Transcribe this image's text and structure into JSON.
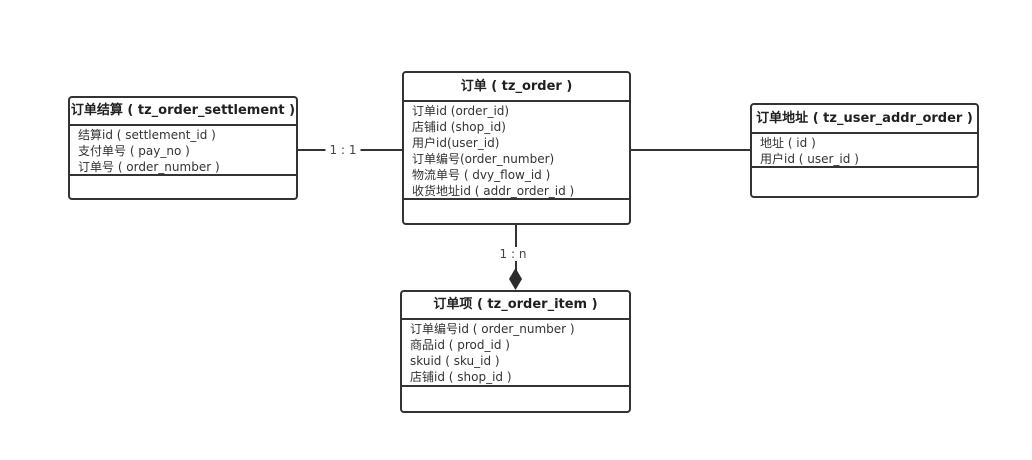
{
  "diagram": {
    "background": "#ffffff",
    "line_color": "#333333",
    "text_color": "#333333",
    "entities": [
      {
        "id": "tz_order",
        "title": "订单 ( tz_order )",
        "fields": [
          "订单id (order_id)",
          "店铺id (shop_id)",
          "用户id(user_id)",
          "订单编号(order_number)",
          "物流单号 ( dvy_flow_id )",
          "收货地址id ( addr_order_id )"
        ]
      },
      {
        "id": "tz_order_settlement",
        "title": "订单结算 ( tz_order_settlement )",
        "fields": [
          "结算id ( settlement_id )",
          "支付单号 ( pay_no )",
          "订单号 ( order_number )"
        ]
      },
      {
        "id": "tz_user_addr_order",
        "title": "订单地址 ( tz_user_addr_order )",
        "fields": [
          "地址 ( id )",
          "用户id ( user_id )"
        ]
      },
      {
        "id": "tz_order_item",
        "title": "订单项 ( tz_order_item )",
        "fields": [
          "订单编号id ( order_number )",
          "商品id ( prod_id )",
          "skuid ( sku_id )",
          "店铺id ( shop_id )"
        ]
      }
    ],
    "relations": [
      {
        "from": "tz_order_settlement",
        "to": "tz_order",
        "label": "1 : 1",
        "arrow": "none"
      },
      {
        "from": "tz_order",
        "to": "tz_user_addr_order",
        "label": "",
        "arrow": "none"
      },
      {
        "from": "tz_order",
        "to": "tz_order_item",
        "label": "1 : n",
        "arrow": "filled-diamond"
      }
    ]
  }
}
